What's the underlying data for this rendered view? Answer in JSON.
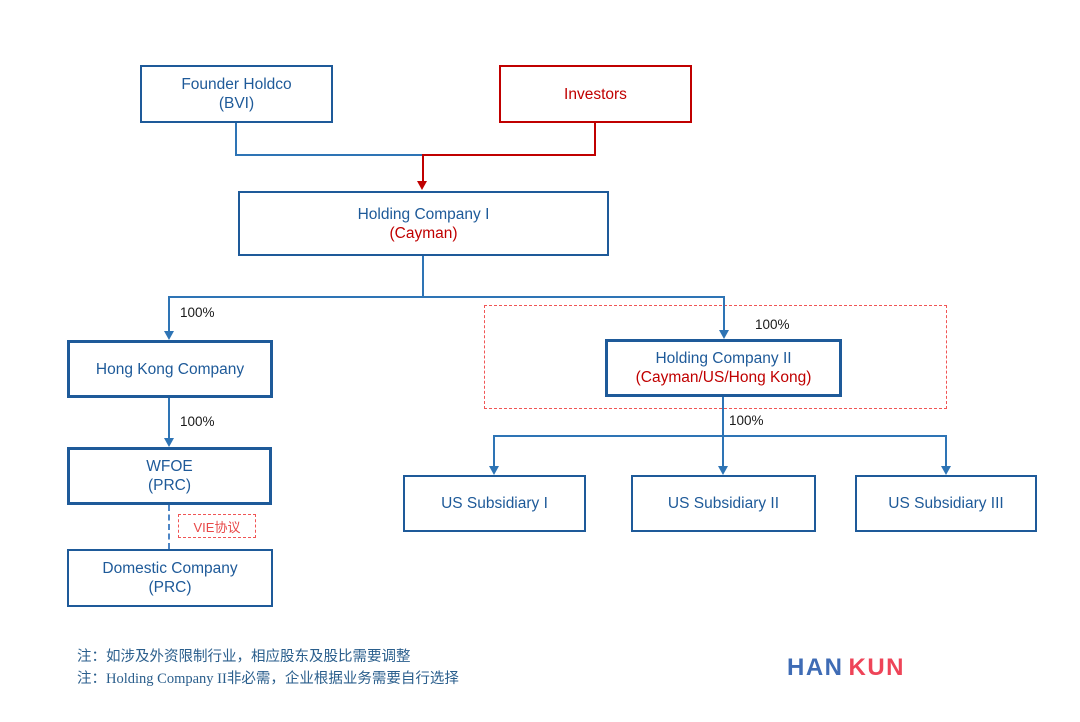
{
  "diagram_title": "VIE red-chip structure chart",
  "boxes": {
    "founder": {
      "line1": "Founder Holdco",
      "line2": "(BVI)"
    },
    "investors": {
      "line1": "Investors"
    },
    "hc1": {
      "line1": "Holding Company I",
      "line2": "(Cayman)"
    },
    "hk": {
      "line1": "Hong Kong Company"
    },
    "wfoe": {
      "line1": "WFOE",
      "line2": "(PRC)"
    },
    "domestic": {
      "line1": "Domestic Company",
      "line2": "(PRC)"
    },
    "hc2": {
      "line1": "Holding Company II",
      "line2": "(Cayman/US/Hong Kong)"
    },
    "us1": {
      "line1": "US Subsidiary I"
    },
    "us2": {
      "line1": "US Subsidiary II"
    },
    "us3": {
      "line1": "US Subsidiary III"
    }
  },
  "labels": {
    "pct_hk": "100%",
    "pct_hc2": "100%",
    "pct_wfoe": "100%",
    "pct_us": "100%",
    "vie": "VIE协议"
  },
  "notes": {
    "note1": "注：如涉及外资限制行业，相应股东及股比需要调整",
    "note2": "注：Holding Company II非必需，企业根据业务需要自行选择"
  },
  "logo": {
    "part1": "HAN",
    "part2": "KUN"
  },
  "colors": {
    "box_blue": "#1e5a99",
    "solid_red": "#c00000",
    "connector_blue": "#2e74b5",
    "dashed_red": "#f05555",
    "notes_blue": "#2a5e8c",
    "logo_blue": "#3f6cb5",
    "logo_red": "#ee4458"
  }
}
